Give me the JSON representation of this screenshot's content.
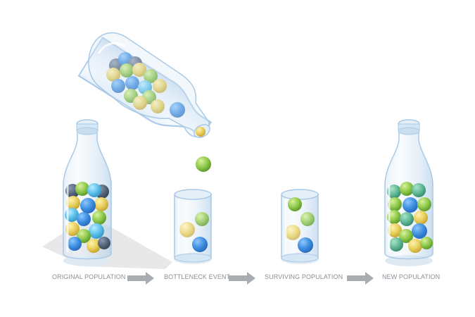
{
  "labels": {
    "original": "ORIGINAL POPULATION",
    "bottleneck": "BOTTLENECK EVENT",
    "surviving": "SURVIVING POPULATION",
    "new_population": "NEW POPULATION"
  },
  "colors": {
    "blue": "#3d8fe0",
    "light_blue": "#5cc0ea",
    "green": "#8fc94a",
    "yellow": "#e7cf5a",
    "slate": "#56657a",
    "teal": "#5fb896",
    "glass": "#cfe3f3",
    "glass_edge": "#a9c9e6",
    "arrow": "#a9adb2",
    "shadow": "#e6e6e6"
  },
  "icons": [
    "right-arrow-icon",
    "right-arrow-icon",
    "right-arrow-icon"
  ]
}
